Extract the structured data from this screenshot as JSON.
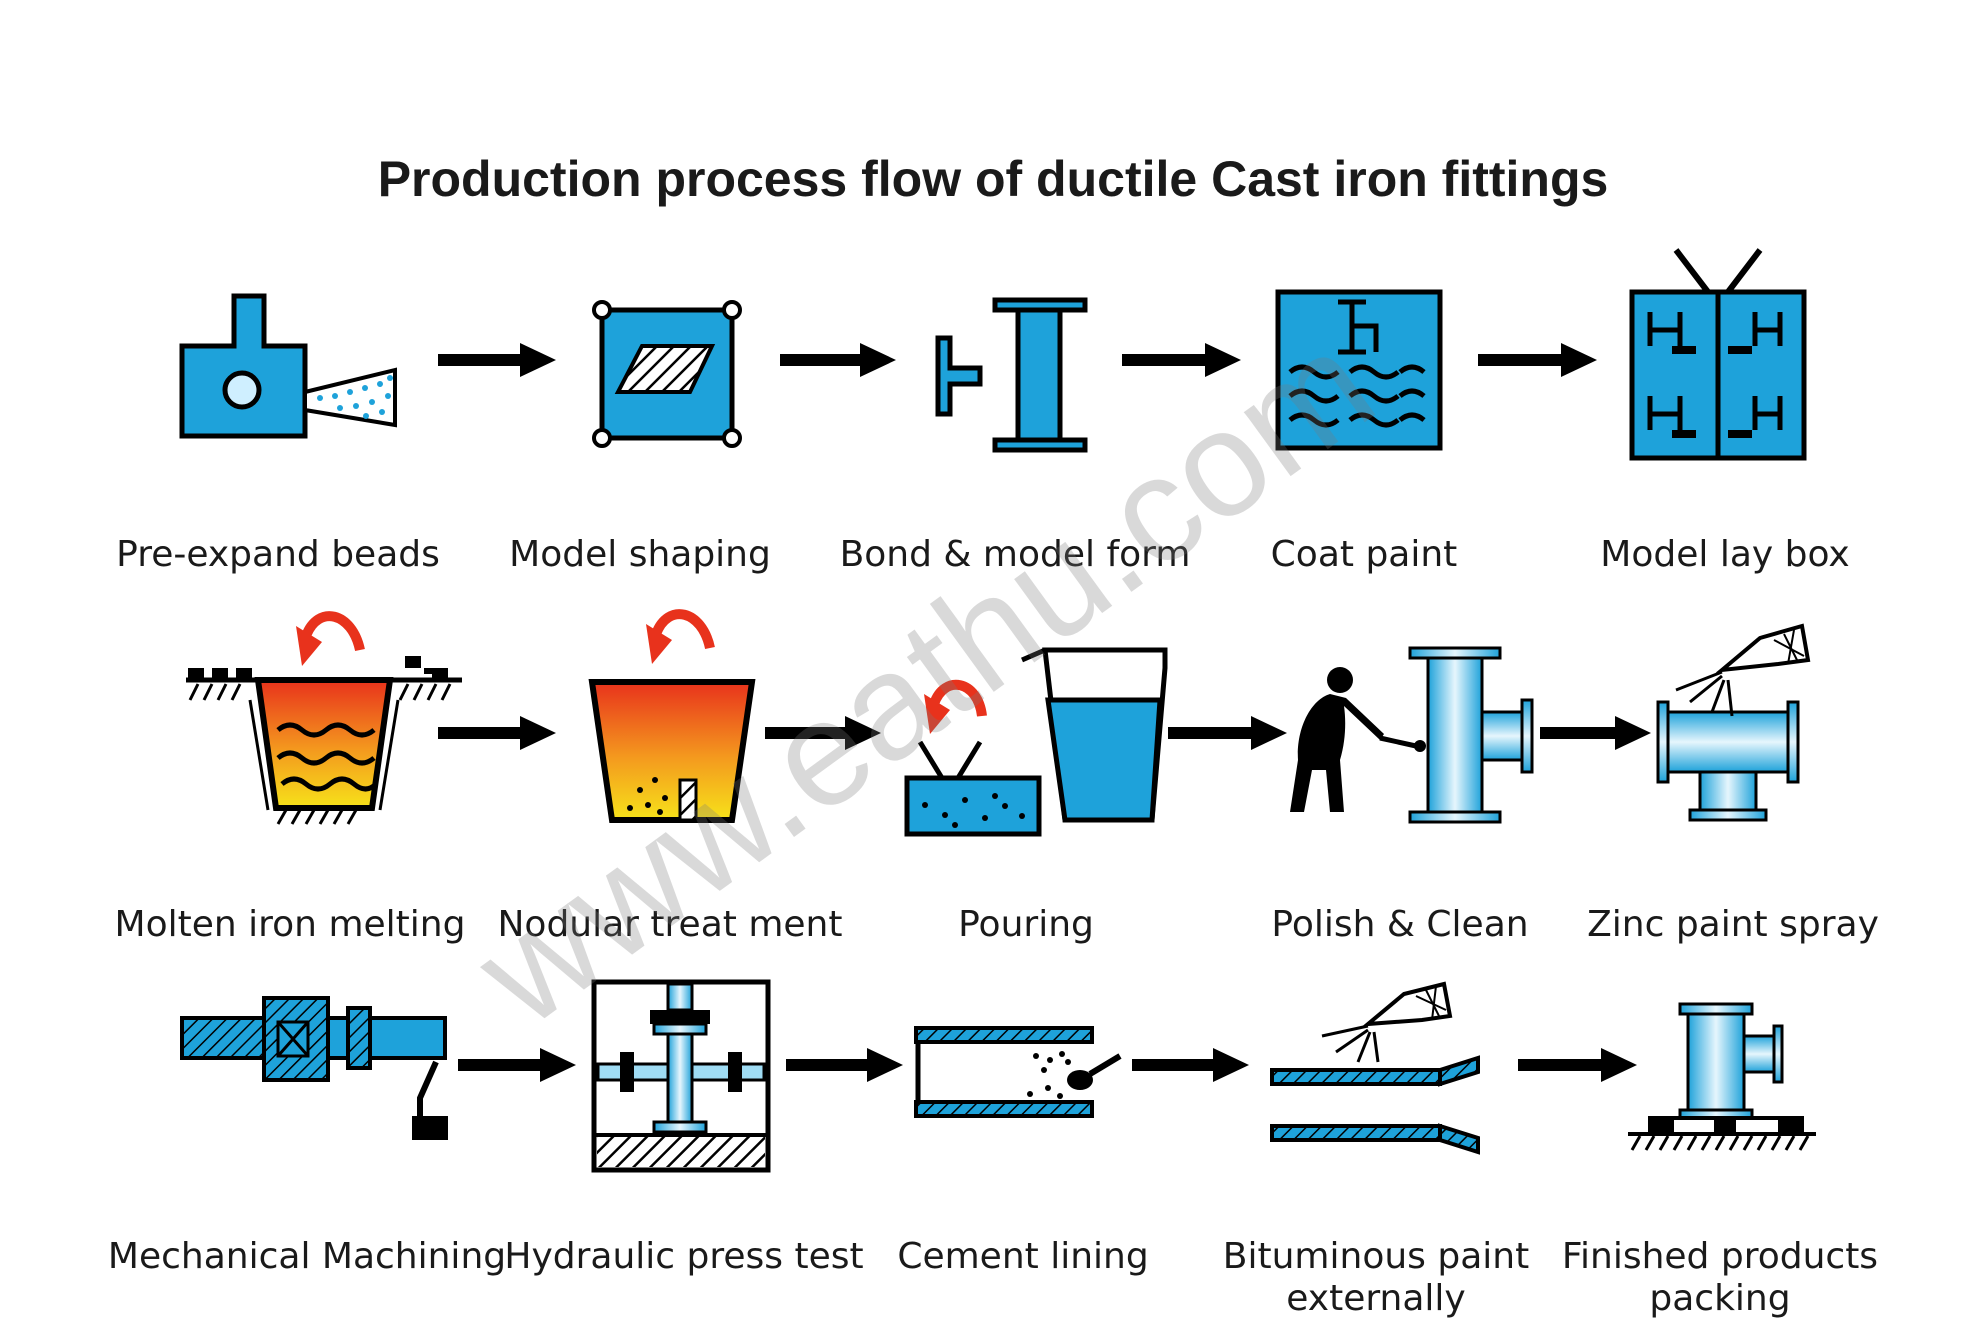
{
  "title": "Production process flow of ductile Cast iron fittings",
  "watermark": "www.eathu.com",
  "colors": {
    "accent_blue": "#1ea2da",
    "light_blue": "#9fdcf4",
    "hot_red": "#e8321c",
    "hot_yellow": "#f6e21a",
    "ink": "#000000"
  },
  "steps": [
    {
      "label": "Pre-expand beads",
      "icon": "pre-expand-machine-icon"
    },
    {
      "label": "Model shaping",
      "icon": "mold-press-icon"
    },
    {
      "label": "Bond & model form",
      "icon": "bonded-pattern-icon"
    },
    {
      "label": "Coat paint",
      "icon": "coating-tank-icon"
    },
    {
      "label": "Model lay box",
      "icon": "flask-box-icon"
    },
    {
      "label": "Molten iron melting",
      "icon": "melting-furnace-icon"
    },
    {
      "label": "Nodular treat ment",
      "icon": "treatment-ladle-icon"
    },
    {
      "label": "Pouring",
      "icon": "pouring-ladle-icon"
    },
    {
      "label": "Polish & Clean",
      "icon": "worker-grinding-icon"
    },
    {
      "label": "Zinc paint spray",
      "icon": "spray-gun-icon"
    },
    {
      "label": "Mechanical Machining",
      "icon": "lathe-icon"
    },
    {
      "label": "Hydraulic press test",
      "icon": "hydraulic-press-icon"
    },
    {
      "label": "Cement lining",
      "icon": "cement-lined-pipe-icon"
    },
    {
      "label": [
        "Bituminous paint",
        "externally"
      ],
      "icon": "bitumen-spray-icon"
    },
    {
      "label": [
        "Finished products",
        "packing"
      ],
      "icon": "pallet-packing-icon"
    }
  ]
}
